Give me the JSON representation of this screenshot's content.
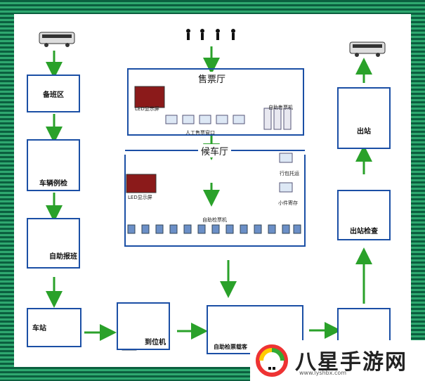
{
  "halls": {
    "ticket_hall": "售票厅",
    "waiting_hall": "候车厅"
  },
  "left_flow": {
    "dispatch": "备班区",
    "inspection": "车辆例检",
    "self_report": "自助报班",
    "station": "车站"
  },
  "bottom_flow": {
    "arrival": "到位机",
    "self_check": "自助检票载客"
  },
  "right_flow": {
    "exit": "出站",
    "exit_check": "出站检查"
  },
  "ticket_hall_items": {
    "led": "LED显示屏",
    "self_ticket": "自助售票机",
    "manual_window": "人工售票窗口"
  },
  "waiting_hall_items": {
    "led": "LED显示屏",
    "luggage": "行包托运",
    "small_storage": "小件寄存",
    "gate": "自助检票机"
  },
  "watermark": {
    "text": "八星手游网",
    "url": "www.lyshbx.com"
  },
  "colors": {
    "arrow": "#2aa12a",
    "box_border": "#1b4fa5",
    "frame": "#0b5f3f"
  }
}
